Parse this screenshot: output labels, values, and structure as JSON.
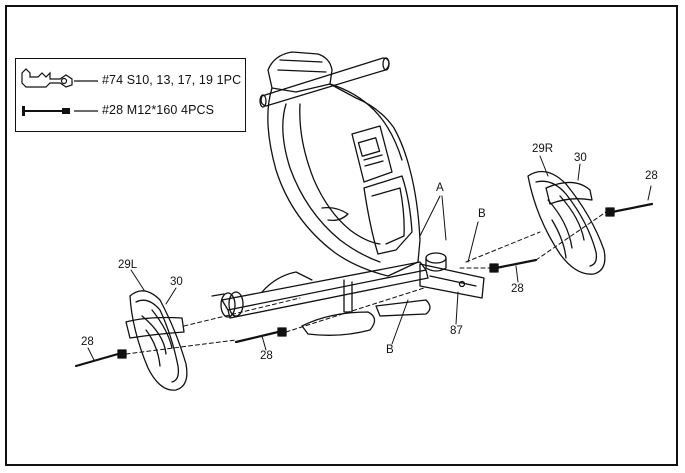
{
  "parts_list": [
    {
      "text": "#74 S10, 13, 17, 19  1PC",
      "icon": "wrench-icon"
    },
    {
      "text": "#28 M12*160  4PCS",
      "icon": "bolt-icon"
    }
  ],
  "callouts": {
    "a": "A",
    "b_upper": "B",
    "b_lower": "B",
    "part_87": "87",
    "pedal_left": "29L",
    "pedal_right": "29R",
    "strap_left": "30",
    "strap_right": "30",
    "bolt_far_left": "28",
    "bolt_left": "28",
    "bolt_right": "28",
    "bolt_far_right": "28"
  },
  "colors": {
    "line": "#111111",
    "background": "#ffffff"
  }
}
